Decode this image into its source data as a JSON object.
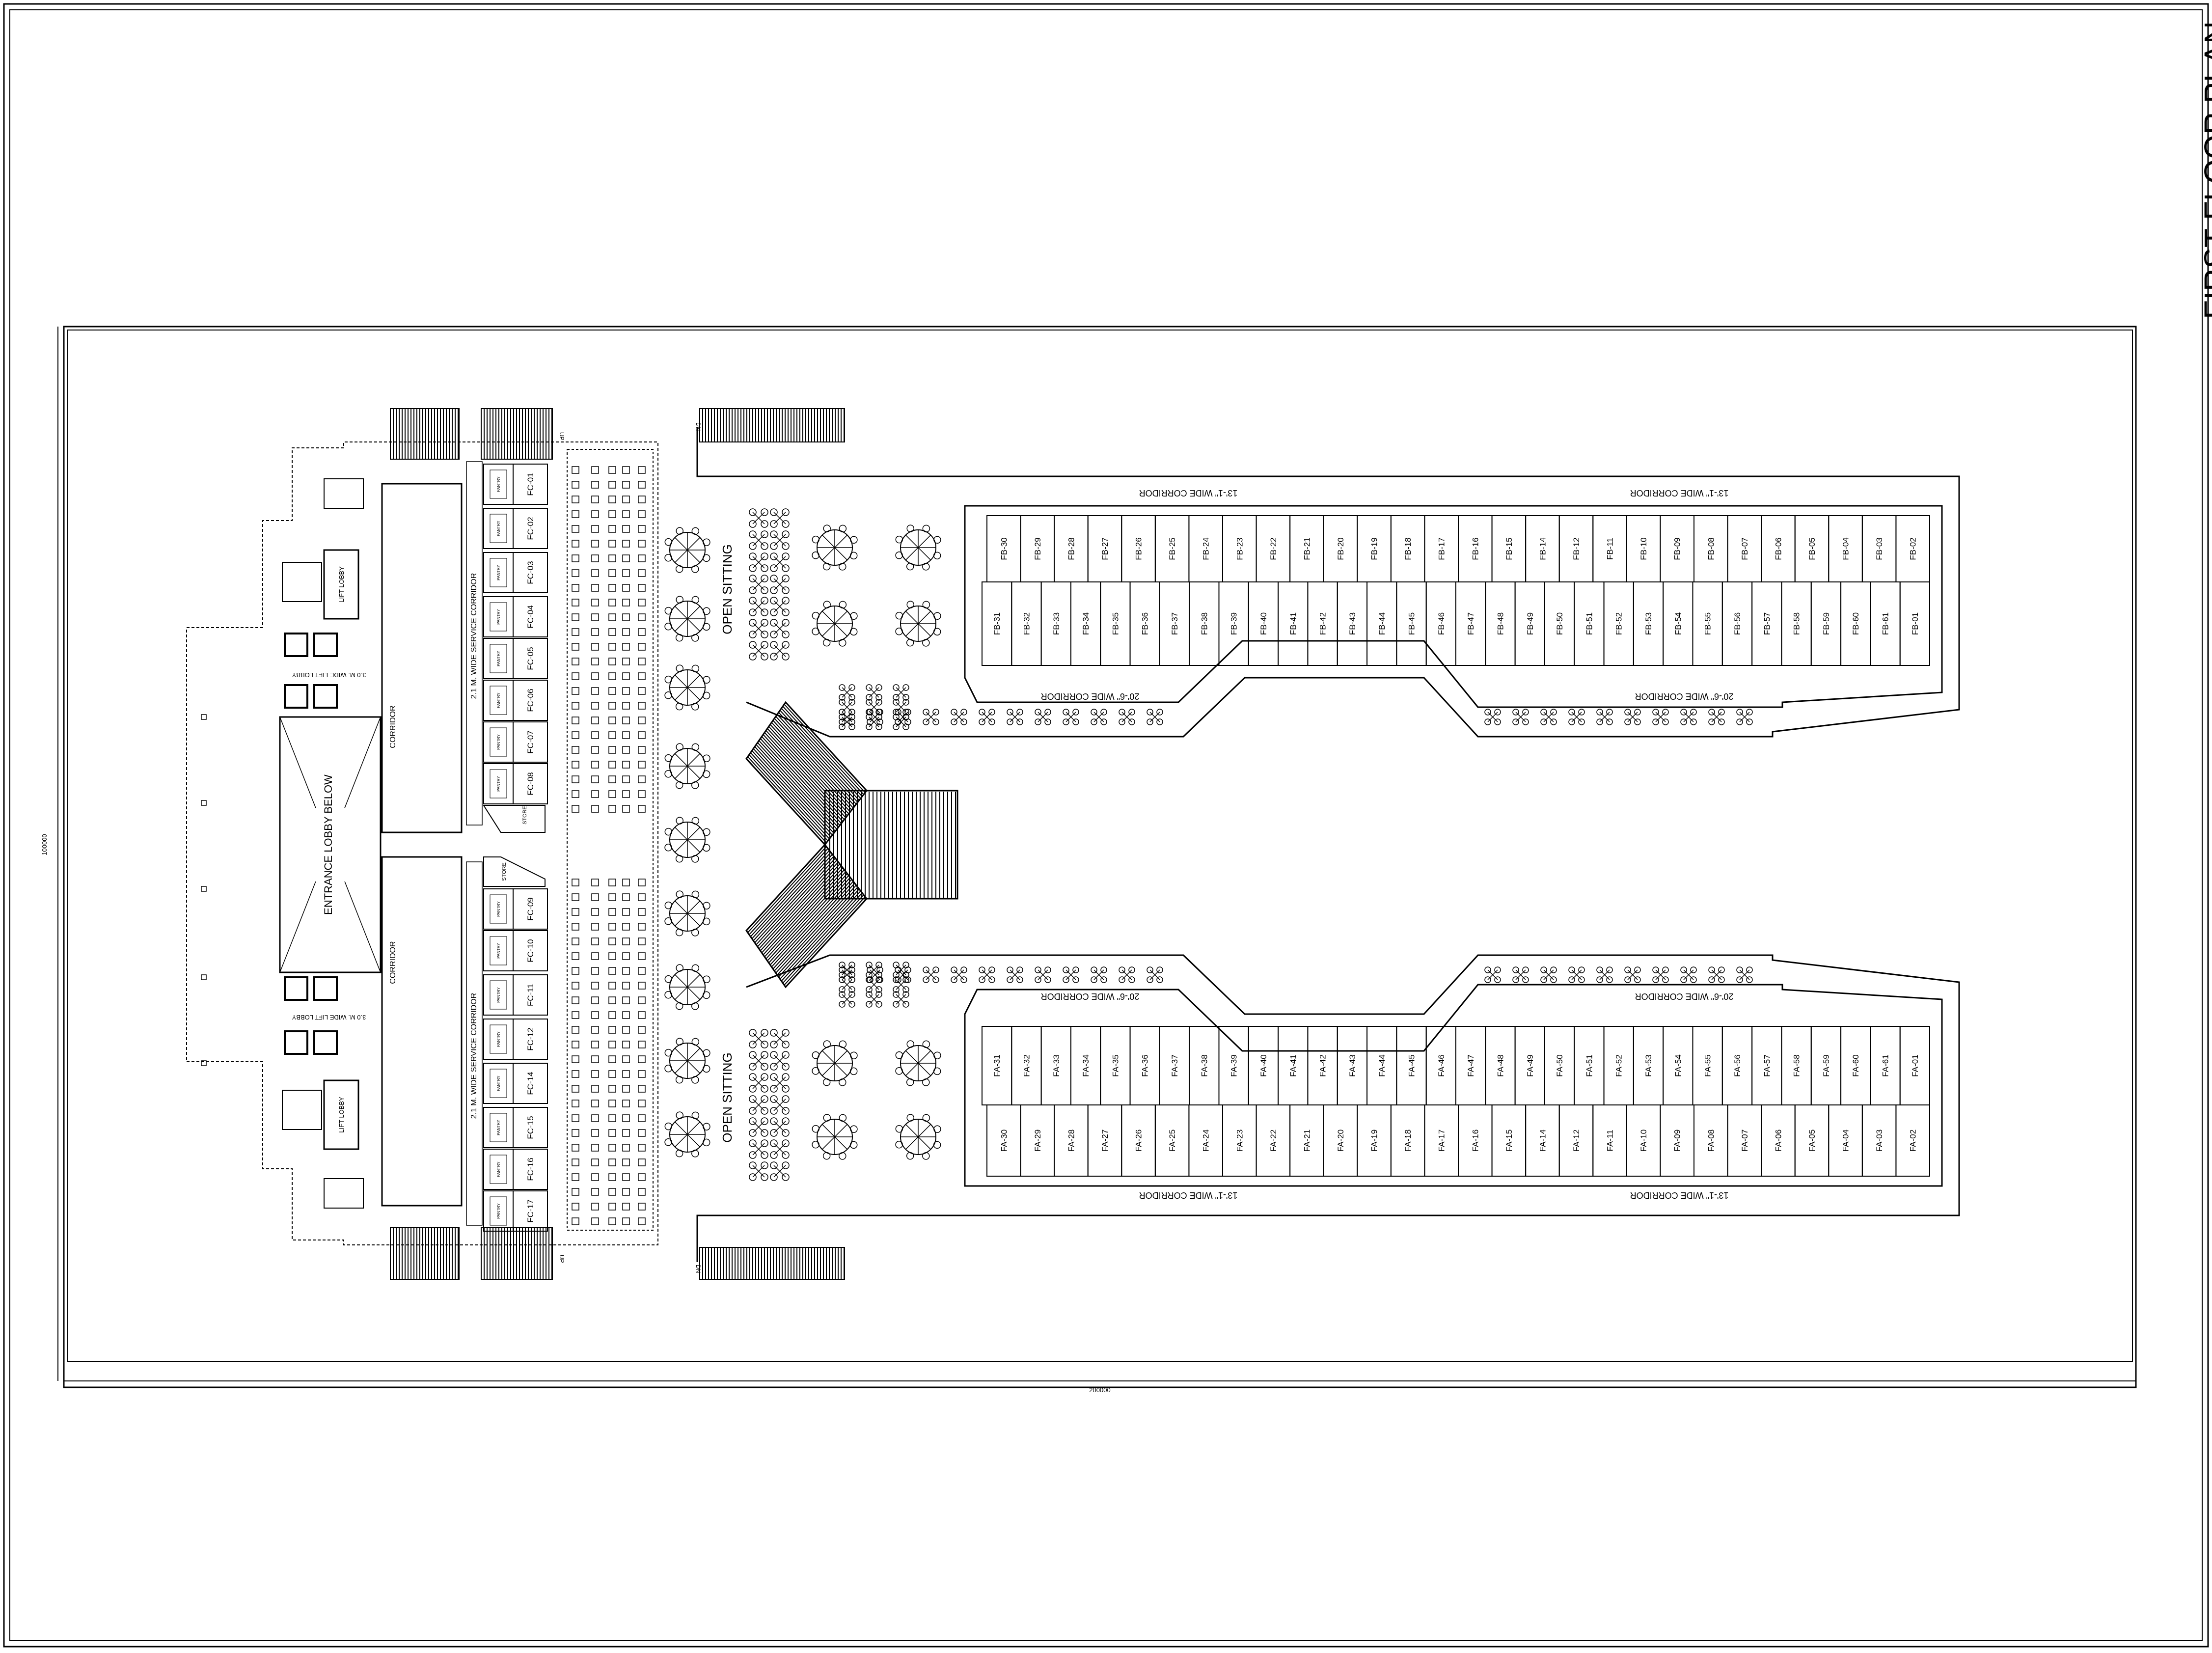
{
  "title": "FIRST FLOOR PLAN",
  "dimensions": {
    "width_label": "200000",
    "height_label": "100000"
  },
  "labels": {
    "corridor_13": "13'-1\" WIDE CORRIDOR",
    "corridor_20": "20'-6\" WIDE CORRIDOR",
    "open_sitting": "OPEN SITTING",
    "entrance_lobby": "ENTRANCE LOBBY BELOW",
    "service_corridor": "2.1 M. WIDE SERVICE CORRIDOR",
    "corridor": "CORRIDOR",
    "lift_lobby_wide": "3.0 M. WIDE LIFT LOBBY",
    "lift_lobby": "LIFT LOBBY",
    "pantry": "PANTRY",
    "store": "STORE",
    "up": "UP",
    "dn": "DN"
  },
  "shops": {
    "fb_top": [
      "FB-30",
      "FB-29",
      "FB-28",
      "FB-27",
      "FB-26",
      "FB-25",
      "FB-24",
      "FB-23",
      "FB-22",
      "FB-21",
      "FB-20",
      "FB-19",
      "FB-18",
      "FB-17",
      "FB-16",
      "FB-15",
      "FB-14",
      "FB-12",
      "FB-11",
      "FB-10",
      "FB-09",
      "FB-08",
      "FB-07",
      "FB-06",
      "FB-05",
      "FB-04",
      "FB-03",
      "FB-02"
    ],
    "fb_bottom": [
      "FB-31",
      "FB-32",
      "FB-33",
      "FB-34",
      "FB-35",
      "FB-36",
      "FB-37",
      "FB-38",
      "FB-39",
      "FB-40",
      "FB-41",
      "FB-42",
      "FB-43",
      "FB-44",
      "FB-45",
      "FB-46",
      "FB-47",
      "FB-48",
      "FB-49",
      "FB-50",
      "FB-51",
      "FB-52",
      "FB-53",
      "FB-54",
      "FB-55",
      "FB-56",
      "FB-57",
      "FB-58",
      "FB-59",
      "FB-60",
      "FB-61",
      "FB-01"
    ],
    "fa_top": [
      "FA-31",
      "FA-32",
      "FA-33",
      "FA-34",
      "FA-35",
      "FA-36",
      "FA-37",
      "FA-38",
      "FA-39",
      "FA-40",
      "FA-41",
      "FA-42",
      "FA-43",
      "FA-44",
      "FA-45",
      "FA-46",
      "FA-47",
      "FA-48",
      "FA-49",
      "FA-50",
      "FA-51",
      "FA-52",
      "FA-53",
      "FA-54",
      "FA-55",
      "FA-56",
      "FA-57",
      "FA-58",
      "FA-59",
      "FA-60",
      "FA-61",
      "FA-01"
    ],
    "fa_bottom": [
      "FA-30",
      "FA-29",
      "FA-28",
      "FA-27",
      "FA-26",
      "FA-25",
      "FA-24",
      "FA-23",
      "FA-22",
      "FA-21",
      "FA-20",
      "FA-19",
      "FA-18",
      "FA-17",
      "FA-16",
      "FA-15",
      "FA-14",
      "FA-12",
      "FA-11",
      "FA-10",
      "FA-09",
      "FA-08",
      "FA-07",
      "FA-06",
      "FA-05",
      "FA-04",
      "FA-03",
      "FA-02"
    ],
    "fc": [
      "FC-01",
      "FC-02",
      "FC-03",
      "FC-04",
      "FC-05",
      "FC-06",
      "FC-07",
      "FC-08",
      "FC-09",
      "FC-10",
      "FC-11",
      "FC-12",
      "FC-14",
      "FC-15",
      "FC-16",
      "FC-17"
    ]
  }
}
